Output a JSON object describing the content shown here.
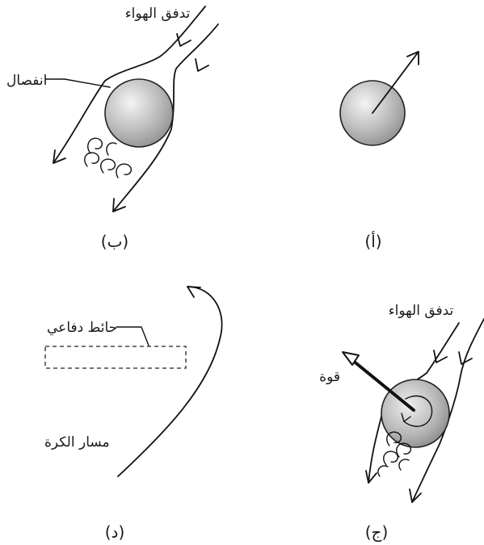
{
  "panels": {
    "b": {
      "caption": "(ب)",
      "airflow_label": "تدفق الهواء",
      "separation_label": "انفصال"
    },
    "a": {
      "caption": "(أ)"
    },
    "c": {
      "caption": "(ج)",
      "airflow_label": "تدفق الهواء",
      "force_label": "قوة"
    },
    "d": {
      "caption": "(د)",
      "wall_label": "حائط دفاعي",
      "path_label": "مسار الكرة"
    }
  },
  "colors": {
    "ball_light": "#f2f2f2",
    "ball_dark": "#8a8a8a",
    "line": "#111111"
  }
}
